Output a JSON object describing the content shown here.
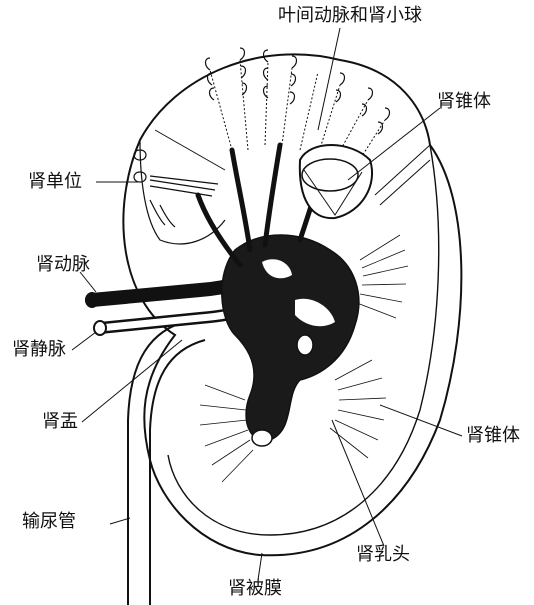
{
  "labels": {
    "arcuate_artery": "叶间动脉和肾小球",
    "pyramid_upper": "肾锥体",
    "renal_unit": "肾单位",
    "renal_artery": "肾动脉",
    "renal_vein": "肾静脉",
    "renal_pelvis": "肾盂",
    "pyramid_lower": "肾锥体",
    "ureter": "输尿管",
    "papilla": "肾乳头",
    "capsule": "肾被膜"
  },
  "colors": {
    "ink": "#111111",
    "background": "#ffffff"
  }
}
